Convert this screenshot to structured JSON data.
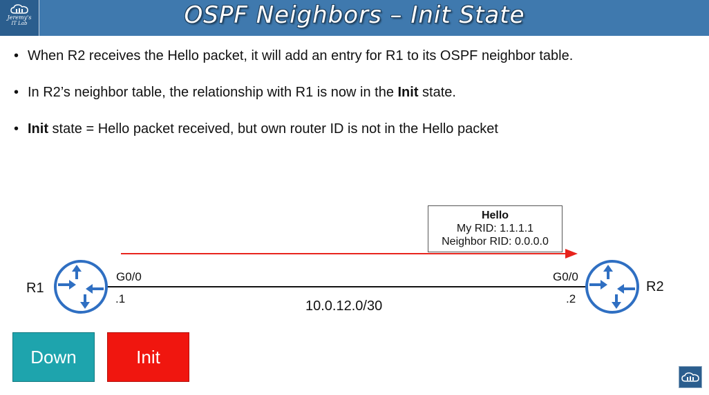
{
  "header": {
    "title": "OSPF Neighbors – Init State",
    "logo_line1": "Jeremy's",
    "logo_line2": "IT Lab"
  },
  "bullets": [
    {
      "pre": "When R2 receives the Hello packet, it will add an entry for R1 to its OSPF neighbor table.",
      "bold": "",
      "post": ""
    },
    {
      "pre": "In R2’s neighbor table, the relationship with R1 is now in the ",
      "bold": "Init",
      "post": " state."
    },
    {
      "pre": "",
      "bold": "Init",
      "post": " state = Hello packet received, but own router ID is not in the Hello packet"
    }
  ],
  "hello_packet": {
    "title": "Hello",
    "my_rid": "My RID: 1.1.1.1",
    "neighbor_rid": "Neighbor RID: 0.0.0.0"
  },
  "topology": {
    "r1": {
      "name": "R1",
      "interface": "G0/0",
      "host": ".1"
    },
    "r2": {
      "name": "R2",
      "interface": "G0/0",
      "host": ".2"
    },
    "network": "10.0.12.0/30"
  },
  "states": {
    "down": {
      "label": "Down",
      "color": "#1ea4ad"
    },
    "init": {
      "label": "Init",
      "color": "#f0160f"
    }
  },
  "colors": {
    "header": "#3f79ae",
    "router": "#2f6fc2",
    "arrow": "#e8231c"
  }
}
